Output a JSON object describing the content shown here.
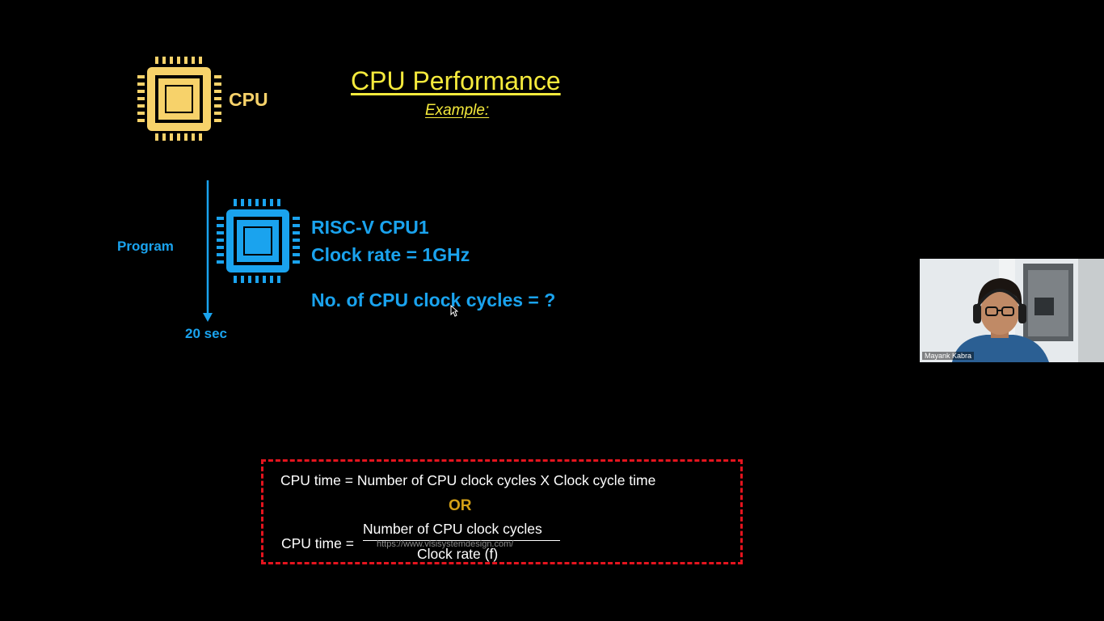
{
  "slide": {
    "title": "CPU Performance",
    "subtitle": "Example:",
    "cpu_icon_label": "CPU",
    "program_label": "Program",
    "time_label": "20 sec",
    "cpu1_name": "RISC-V CPU1",
    "clock_rate": "Clock rate = 1GHz",
    "question": "No. of CPU clock cycles = ?"
  },
  "formula": {
    "line1": "CPU time = Number of CPU clock cycles X Clock cycle time",
    "or": "OR",
    "lhs": "CPU time =",
    "numerator": "Number of CPU clock cycles",
    "denominator": "Clock rate (f)",
    "watermark_url": "https://www.vlsisystemdesign.com/"
  },
  "webcam": {
    "participant_name": "Mayank Kabra"
  },
  "colors": {
    "background": "#000000",
    "title_yellow": "#f5ea3c",
    "cpu_icon_gold": "#f7d26a",
    "accent_blue": "#1aa3ee",
    "or_gold": "#d4a017",
    "box_red": "#e4141e"
  },
  "icons": [
    "cpu-chip-gold-icon",
    "cpu-chip-blue-icon",
    "mouse-cursor-icon"
  ]
}
